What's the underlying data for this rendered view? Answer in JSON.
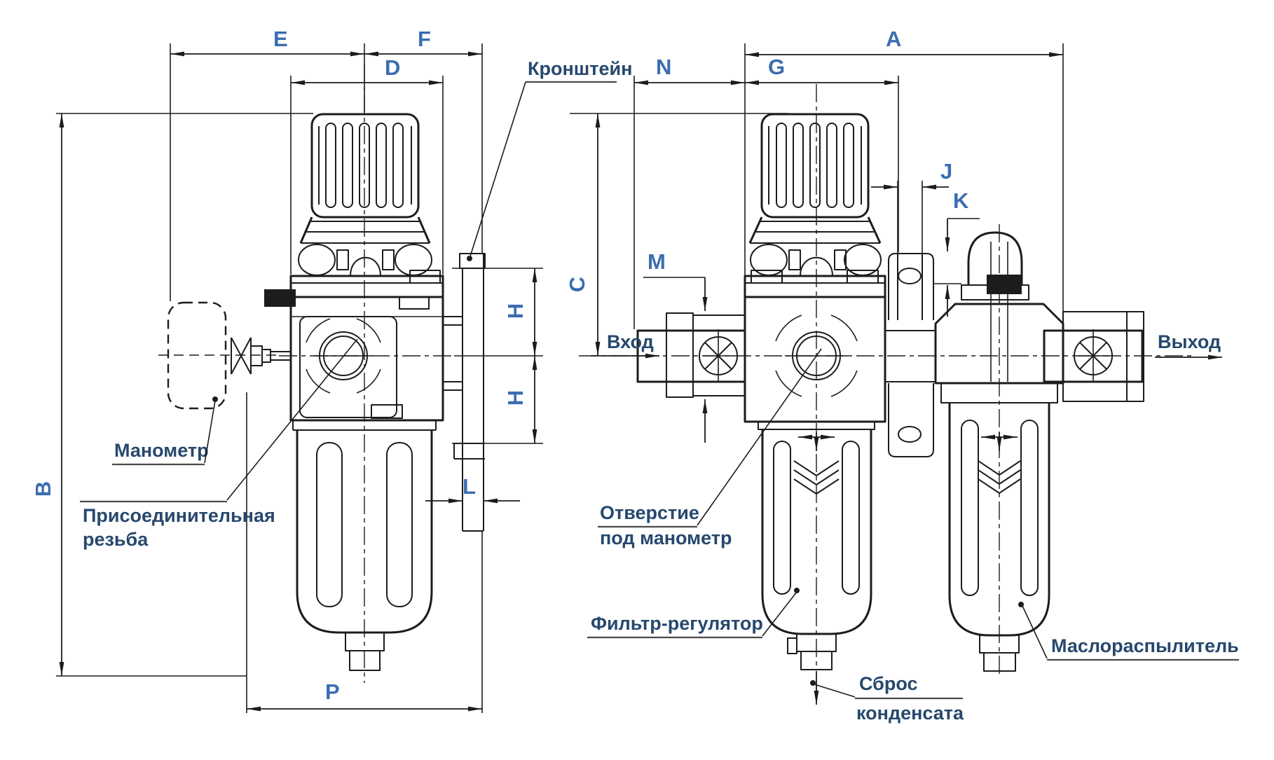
{
  "drawing_labels": {
    "bracket": "Кронштейн",
    "gauge": "Манометр",
    "thread_line1": "Присоединительная",
    "thread_line2": "резьба",
    "inlet": "Вход",
    "outlet": "Выход",
    "gauge_hole_line1": "Отверстие",
    "gauge_hole_line2": "под манометр",
    "filter_regulator": "Фильтр-регулятор",
    "lubricator": "Маслораспылитель",
    "drain_line1": "Сброс",
    "drain_line2": "конденсата"
  },
  "dimensions": {
    "a": "A",
    "b": "B",
    "c": "C",
    "d": "D",
    "e": "E",
    "f": "F",
    "g": "G",
    "h_upper": "H",
    "h_lower": "H",
    "j": "J",
    "k": "K",
    "l": "L",
    "m": "M",
    "n": "N",
    "p": "P"
  },
  "colors": {
    "line": "#1c1c1c",
    "dimension_letters": "#3c6db0",
    "labels": "#27486e",
    "leader": "#4a4a4a",
    "background": "#ffffff"
  }
}
